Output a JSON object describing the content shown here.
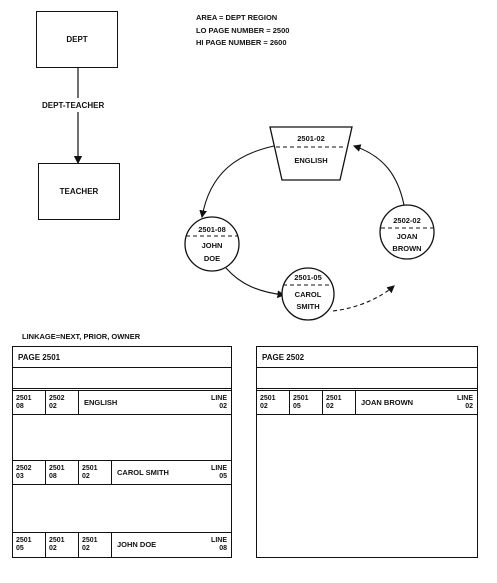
{
  "schema": {
    "owner_record": "DEPT",
    "set_name": "DEPT-TEACHER",
    "member_record": "TEACHER"
  },
  "area_info": {
    "area": "AREA = DEPT REGION",
    "lo_page": "LO PAGE NUMBER = 2500",
    "hi_page": "HI PAGE NUMBER = 2600"
  },
  "occurrences": {
    "owner": {
      "dbkey": "2501-02",
      "name": "ENGLISH"
    },
    "members": [
      {
        "dbkey": "2501-08",
        "name_lines": [
          "JOHN",
          "DOE"
        ]
      },
      {
        "dbkey": "2501-05",
        "name_lines": [
          "CAROL",
          "SMITH"
        ]
      },
      {
        "dbkey": "2502-02",
        "name_lines": [
          "JOAN",
          "BROWN"
        ]
      }
    ]
  },
  "linkage": "LINKAGE=NEXT, PRIOR, OWNER",
  "pages": [
    {
      "header": "PAGE 2501",
      "records": [
        {
          "pointers": [
            "2501\n08",
            "2502\n02"
          ],
          "name": "ENGLISH",
          "line": "LINE\n02"
        },
        {
          "pointers": [
            "2502\n03",
            "2501\n08",
            "2501\n02"
          ],
          "name": "CAROL SMITH",
          "line": "LINE\n05"
        },
        {
          "pointers": [
            "2501\n05",
            "2501\n02",
            "2501\n02"
          ],
          "name": "JOHN DOE",
          "line": "LINE\n08"
        }
      ]
    },
    {
      "header": "PAGE 2502",
      "records": [
        {
          "pointers": [
            "2501\n02",
            "2501\n05",
            "2501\n02"
          ],
          "name": "JOAN BROWN",
          "line": "LINE\n02"
        }
      ]
    }
  ]
}
